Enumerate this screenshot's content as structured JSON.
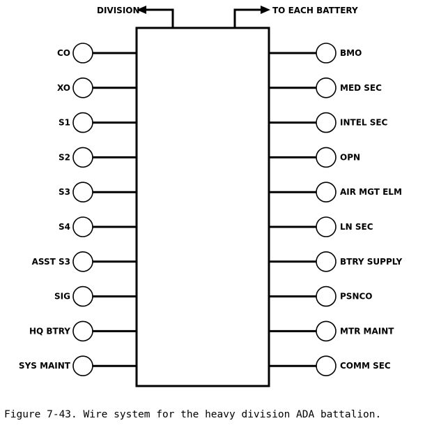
{
  "top_labels": {
    "left": "DIVISION",
    "right": "TO EACH BATTERY"
  },
  "left_nodes": [
    "CO",
    "XO",
    "S1",
    "S2",
    "S3",
    "S4",
    "ASST S3",
    "SIG",
    "HQ BTRY",
    "SYS MAINT"
  ],
  "right_nodes": [
    "BMO",
    "MED SEC",
    "INTEL SEC",
    "OPN",
    "AIR MGT ELM",
    "LN SEC",
    "BTRY SUPPLY",
    "PSNCO",
    "MTR MAINT",
    "COMM SEC"
  ],
  "caption": "Figure 7-43. Wire system for the heavy division ADA battalion."
}
